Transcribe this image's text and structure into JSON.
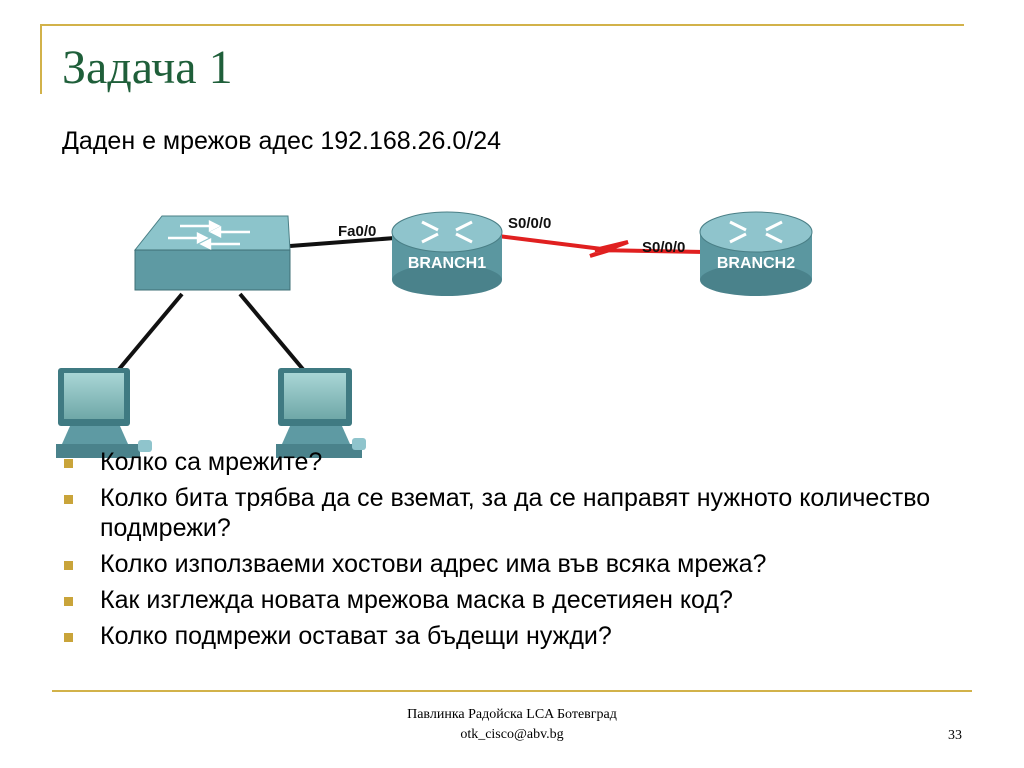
{
  "slide": {
    "title": "Задача 1",
    "subtitle": "Даден е мрежов адес 192.168.26.0/24"
  },
  "diagram": {
    "router1_label": "BRANCH1",
    "router2_label": "BRANCH2",
    "fa_label": "Fa0/0",
    "serial1_label": "S0/0/0",
    "serial2_label": "S0/0/0"
  },
  "bullets": [
    "Колко са мрежите?",
    "Колко бита трябва да се вземат, за да се направят нужното количество подмрежи?",
    "Колко използваеми хостови адрес има във всяка мрежа?",
    "Как изглежда новата мрежова маска в десетияен код?",
    "Колко подмрежи остават за бъдещи нужди?"
  ],
  "footer": {
    "name": "Павлинка Радойска LCA Ботевград",
    "email": "otk_cisco@abv.bg",
    "page": "33"
  },
  "colors": {
    "accent": "#d2b24a",
    "title": "#1f5f3a",
    "bullet": "#c9a43a",
    "serial_link": "#e02020",
    "device": "#5e9aa3"
  }
}
